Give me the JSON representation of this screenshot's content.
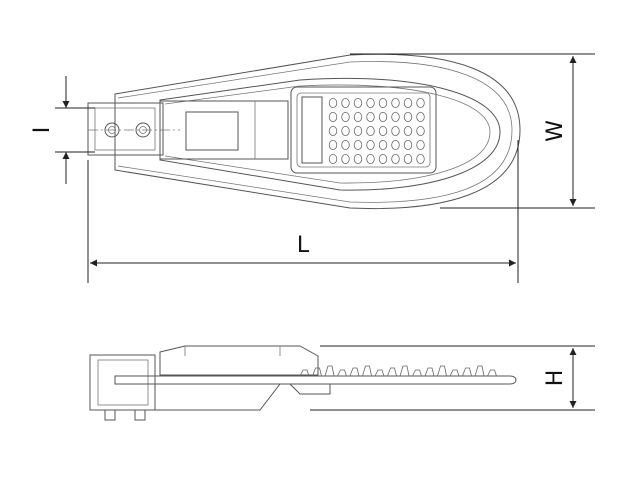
{
  "dimensions": {
    "height_mount": "I",
    "width": "W",
    "length": "L",
    "height": "H"
  },
  "colors": {
    "line": "#555555",
    "dimension": "#222222",
    "background": "#ffffff"
  },
  "led_module": {
    "rows": 5,
    "columns": 8
  }
}
